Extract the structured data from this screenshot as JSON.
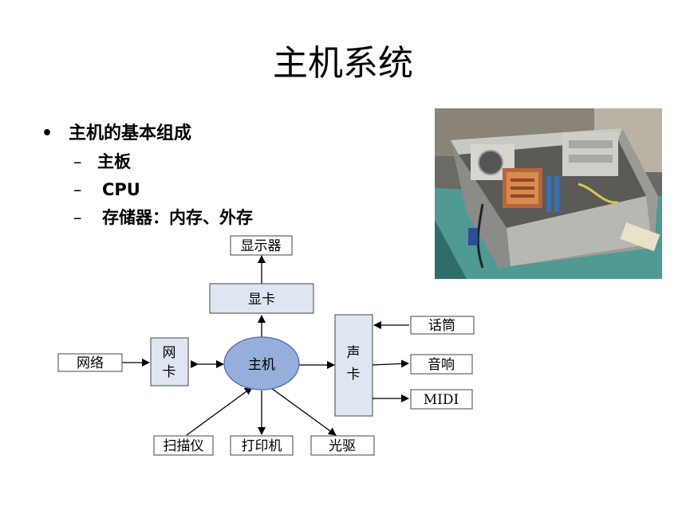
{
  "title": "主机系统",
  "bullets": {
    "main": "主机的基本组成",
    "bullet_symbol": "•",
    "dash_symbol": "–",
    "sub": [
      "主板",
      "CPU",
      "存储器：内存、外存"
    ]
  },
  "diagram": {
    "host": "主机",
    "display": "显示器",
    "graphics_card": "显卡",
    "network_card": [
      "网",
      "卡"
    ],
    "network": "网络",
    "sound_card": [
      "声",
      "卡"
    ],
    "microphone": "话筒",
    "speaker": "音响",
    "midi": "MIDI",
    "scanner": "扫描仪",
    "printer": "打印机",
    "optical_drive": "光驱"
  },
  "colors": {
    "card_fill": "#dfe6f2",
    "host_fill": "#95aedb",
    "host_stroke": "#4a6aa8",
    "photo_floor": "#4f9a93"
  }
}
